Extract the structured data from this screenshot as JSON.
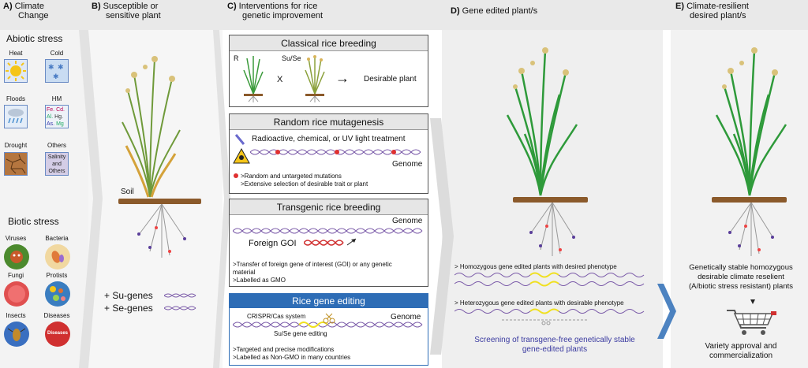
{
  "panelA": {
    "letter": "A)",
    "title_l1": "Climate",
    "title_l2": "Change",
    "abiotic_title": "Abiotic stress",
    "abiotic": [
      {
        "label": "Heat",
        "icon": "sun-icon"
      },
      {
        "label": "Cold",
        "icon": "snowflake-icon"
      },
      {
        "label": "Floods",
        "icon": "rain-icon"
      },
      {
        "label": "HM",
        "icon": "heavy-metals-icon",
        "elements": [
          "Fe.",
          "Cd.",
          "Al.",
          "Hg.",
          "As.",
          "Mg"
        ]
      },
      {
        "label": "Drought",
        "icon": "cracked-earth-icon"
      },
      {
        "label": "Others",
        "icon": "others-icon",
        "text_l1": "Salinity",
        "text_l2": "and",
        "text_l3": "Others"
      }
    ],
    "biotic_title": "Biotic stress",
    "biotic": [
      {
        "label": "Viruses",
        "icon": "virus-icon"
      },
      {
        "label": "Bacteria",
        "icon": "bacteria-icon"
      },
      {
        "label": "Fungi",
        "icon": "fungi-icon"
      },
      {
        "label": "Protists",
        "icon": "protists-icon"
      },
      {
        "label": "Insects",
        "icon": "insect-icon"
      },
      {
        "label": "Diseases",
        "icon": "diseases-icon",
        "badge": "Diseases"
      }
    ]
  },
  "panelB": {
    "letter": "B)",
    "title_l1": "Susceptible or",
    "title_l2": "sensitive plant",
    "soil": "Soil",
    "su_genes": "+ Su-genes",
    "se_genes": "+ Se-genes"
  },
  "panelC": {
    "letter": "C)",
    "title_l1": "Interventions for rice",
    "title_l2": "genetic improvement",
    "classical": {
      "title": "Classical rice breeding",
      "r": "R",
      "suse": "Su/Se",
      "x": "X",
      "arrow": "→",
      "result": "Desirable plant"
    },
    "mutagenesis": {
      "title": "Random rice mutagenesis",
      "treatment": "Radioactive, chemical, or UV light treatment",
      "genome": "Genome",
      "note1": ">Random and untargeted mutations",
      "note2": ">Extensive selection of desirable trait or plant"
    },
    "transgenic": {
      "title": "Transgenic rice breeding",
      "genome": "Genome",
      "foreign": "Foreign GOI",
      "note1": ">Transfer of foreign gene of interest (GOI) or any genetic",
      "note1b": "material",
      "note2": ">Labelled as GMO"
    },
    "editing": {
      "title": "Rice gene editing",
      "crispr": "CRISPR/Cas system",
      "genome": "Genome",
      "suse": "Su/Se gene editing",
      "note1": ">Targeted and precise modifications",
      "note2": ">Labelled as Non-GMO in many countries"
    }
  },
  "panelD": {
    "letter": "D)",
    "title": "Gene edited plant/s",
    "homo": "> Homozygous gene edited plants with desired phenotype",
    "hetero": "> Heterozygous gene edited plants with desirable phenotype",
    "screen_l1": "Screening of transgene-free genetically stable",
    "screen_l2": "gene-edited plants"
  },
  "panelE": {
    "letter": "E)",
    "title_l1": "Climate-resilient",
    "title_l2": "desired plant/s",
    "desc_l1": "Genetically stable homozygous",
    "desc_l2": "desirable climate reselient",
    "desc_l3": "(A/biotic stress resistant) plants",
    "variety_l1": "Variety approval and",
    "variety_l2": "commercialization"
  },
  "colors": {
    "edit_blue": "#2e6db6",
    "soil": "#8b5a2b",
    "plant_green": "#2e9a3a",
    "dna_purple": "#7a5aa8"
  }
}
